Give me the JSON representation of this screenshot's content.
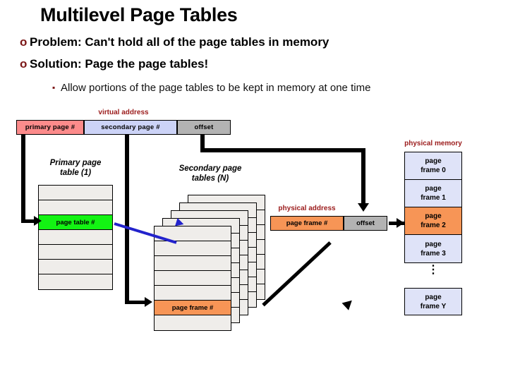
{
  "slide": {
    "title": "Multilevel Page Tables",
    "bullets": [
      {
        "marker": "o",
        "text": "Problem: Can't hold all of the page tables in memory",
        "level": 1
      },
      {
        "marker": "o",
        "text": "Solution: Page the page tables!",
        "level": 1
      },
      {
        "marker": "▪",
        "text": "Allow portions of the page tables to be kept in memory at one time",
        "level": 2
      }
    ]
  },
  "diagram": {
    "virtual_address": {
      "label": "virtual address",
      "fields": [
        {
          "name": "primary page #",
          "color": "#fc8b8b"
        },
        {
          "name": "secondary page #",
          "color": "#ccd3f7"
        },
        {
          "name": "offset",
          "color": "#b3b3b3"
        }
      ]
    },
    "physical_address": {
      "label": "physical address",
      "fields": [
        {
          "name": "page frame #",
          "color": "#f79556"
        },
        {
          "name": "offset",
          "color": "#b3b3b3"
        }
      ]
    },
    "primary_table": {
      "caption_line1": "Primary page",
      "caption_line2": "table (1)",
      "row_count": 7,
      "highlight_index": 2,
      "highlight_label": "page table #",
      "highlight_color": "#13f313"
    },
    "secondary_tables": {
      "caption_line1": "Secondary page",
      "caption_line2": "tables (N)",
      "sheet_count": 5,
      "row_count": 7,
      "highlight_index": 5,
      "highlight_label": "page frame #",
      "highlight_color": "#f79556"
    },
    "physical_memory": {
      "label": "physical memory",
      "frames": [
        {
          "line1": "page",
          "line2": "frame 0",
          "highlight": false
        },
        {
          "line1": "page",
          "line2": "frame 1",
          "highlight": false
        },
        {
          "line1": "page",
          "line2": "frame 2",
          "highlight": true
        },
        {
          "line1": "page",
          "line2": "frame 3",
          "highlight": false
        }
      ],
      "ellipsis": "⋮",
      "last_frame": {
        "line1": "page",
        "line2": "frame Y"
      },
      "highlight_color": "#f79556"
    }
  }
}
